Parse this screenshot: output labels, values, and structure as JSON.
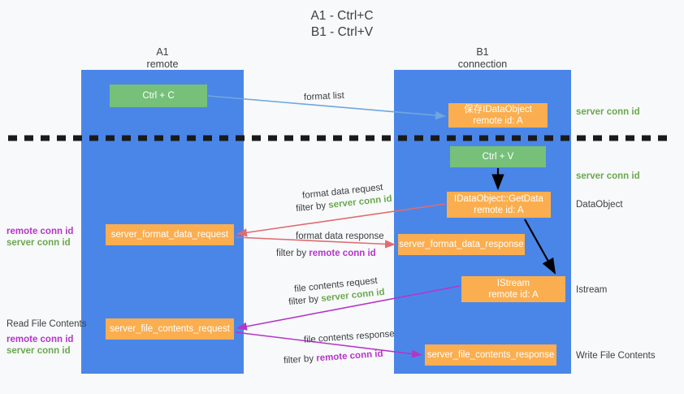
{
  "title": "A1 - Ctrl+C\nB1 - Ctrl+V",
  "columns": {
    "a1": {
      "name": "A1",
      "role": "remote",
      "header": "A1\nremote"
    },
    "b1": {
      "name": "B1",
      "role": "connection",
      "header": "B1\nconnection"
    }
  },
  "boxes": {
    "ctrl_c": "Ctrl + C",
    "save_idataobject": "保存IDataObject\nremote id: A",
    "ctrl_v": "Ctrl + V",
    "getdata": "IDataObject::GetData\nremote id: A",
    "format_data_request": "server_format_data_request",
    "format_data_response": "server_format_data_response",
    "istream": "IStream\nremote id: A",
    "file_contents_request": "server_file_contents_request",
    "file_contents_response": "server_file_contents_response"
  },
  "edge_labels": {
    "format_list": "format list",
    "format_data_request": "format data request",
    "format_data_request_filter_prefix": "filter by ",
    "format_data_request_filter_value": "server conn id",
    "format_data_response": "format data response",
    "format_data_response_filter_prefix": "filter by ",
    "format_data_response_filter_value": "remote conn id",
    "file_contents_request": "file contents request",
    "file_contents_request_filter_prefix": "filter by ",
    "file_contents_request_filter_value": "server conn id",
    "file_contents_response": "file contents response",
    "file_contents_response_filter_prefix": "filter by ",
    "file_contents_response_filter_value": "remote conn id"
  },
  "right_labels": {
    "server_conn_id_top": "server conn id",
    "server_conn_id_mid": "server conn id",
    "dataobject": "DataObject",
    "istream": "Istream",
    "write_file_contents": "Write File Contents"
  },
  "left_labels": {
    "read_file_contents": "Read File Contents",
    "remote_conn_id": "remote conn id",
    "server_conn_id": "server conn id"
  },
  "colors": {
    "background": "#f8f9fa",
    "column_blue": "#4a86e8",
    "box_green": "#76c07a",
    "box_orange": "#fbae4f",
    "text_dark": "#3c4043",
    "accent_green": "#6aa84f",
    "accent_purple": "#b436c8",
    "arrow_light_blue": "#6fa8dc",
    "arrow_red": "#e06c72",
    "arrow_magenta": "#b436c8",
    "arrow_black": "#000000",
    "divider_dashed": "#1a1a1a"
  }
}
